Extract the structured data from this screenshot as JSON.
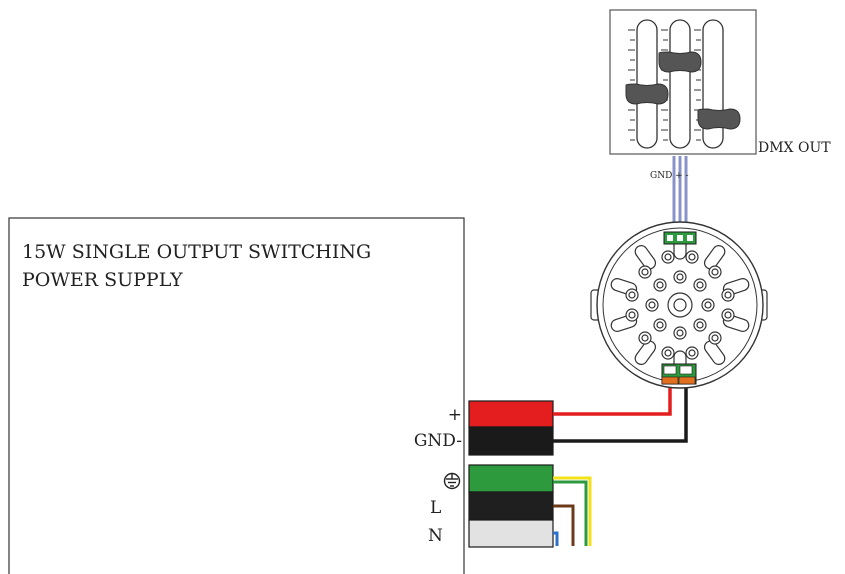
{
  "power_supply": {
    "title_line1": "15W SINGLE OUTPUT SWITCHING",
    "title_line2": "POWER SUPPLY",
    "terminals": {
      "plus": "+",
      "gnd_minus": "GND-",
      "earth": "⏚",
      "line": "L",
      "neutral": "N"
    }
  },
  "dmx_console": {
    "label": "DMX OUT",
    "bus_label": "GND + -"
  },
  "colors": {
    "positive_wire": "#e41e1e",
    "negative_wire": "#1a1a1a",
    "earth_terminal": "#2e9a3e",
    "line_terminal": "#1f1f1f",
    "neutral_terminal": "#e2e2e2",
    "earth_wire_yellow": "#f2e21a",
    "earth_wire_green": "#2e9a3e",
    "line_wire": "#6b3a1b",
    "neutral_wire": "#2b6fc9",
    "dmx_wires": "#8a93c9",
    "connector": "#2e9a3e",
    "power_connector": "#e07020",
    "fader_knob": "#555555"
  }
}
